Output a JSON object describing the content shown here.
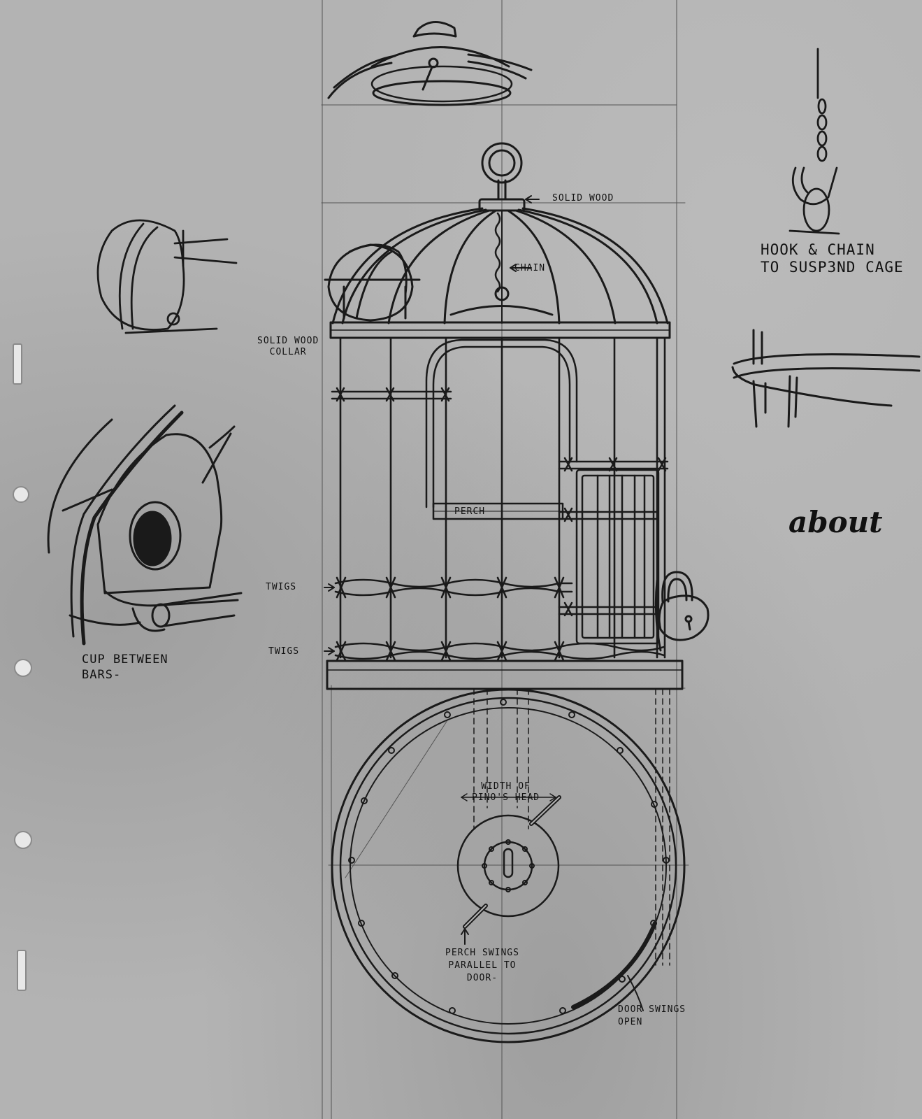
{
  "labels": {
    "solid_wood": "SOLID WOOD",
    "chain": "CHAIN",
    "solid_wood_collar_1": "SOLID WOOD",
    "solid_wood_collar_2": "COLLAR",
    "perch": "PERCH",
    "twigs_1": "TWIGS",
    "twigs_2": "TWIGS",
    "cup_between_1": "CUP BETWEEN",
    "cup_between_2": "BARS-",
    "hook_chain_1": "HOOK & CHAIN",
    "hook_chain_2": "TO SUSP3ND CAGE",
    "width_1": "WIDTH OF",
    "width_2": "PINO'S HEAD",
    "perch_swings_1": "PERCH SWINGS",
    "perch_swings_2": "PARALLEL TO",
    "perch_swings_3": "DOOR-",
    "door_swings_1": "DOOR SWINGS",
    "door_swings_2": "OPEN",
    "script_word": "about"
  },
  "colors": {
    "paper": "#b3b3b3",
    "ink": "#111111"
  }
}
